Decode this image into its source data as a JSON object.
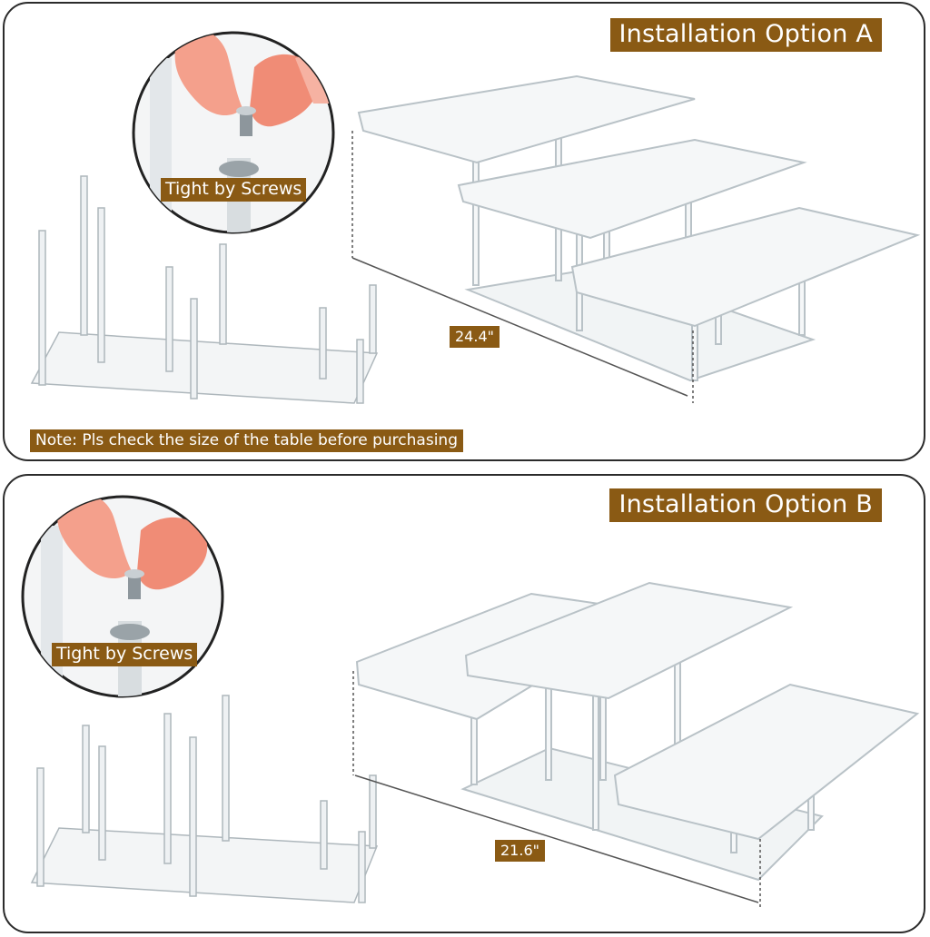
{
  "option_a": {
    "title": "Installation Option A",
    "screws_label": "Tight by Screws",
    "dimension": "24.4\"",
    "note": "Note: Pls check the size of the table before purchasing"
  },
  "option_b": {
    "title": "Installation Option B",
    "screws_label": "Tight by Screws",
    "dimension": "21.6\""
  },
  "colors": {
    "badge": "#8a5a14",
    "border": "#2b2b2b",
    "acrylic_edge": "#b9c2c7",
    "skin": "#f08c76"
  }
}
